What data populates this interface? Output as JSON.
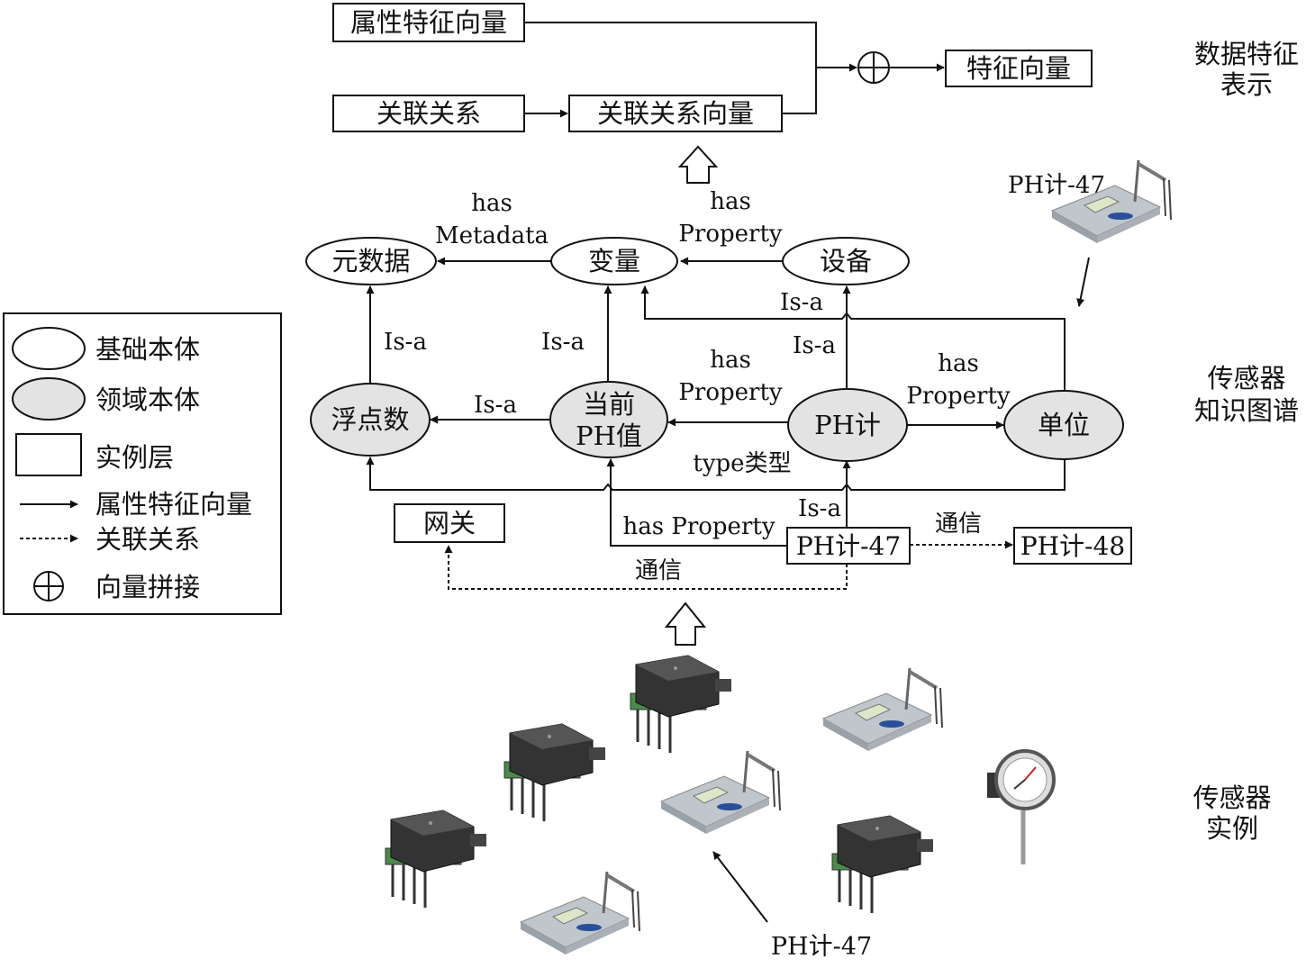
{
  "top_section": {
    "attr_vec": "属性特征向量",
    "relation": "关联关系",
    "relation_vec": "关联关系向量",
    "feature_vec": "特征向量"
  },
  "side_labels": {
    "data_repr_1": "数据特征",
    "data_repr_2": "表示",
    "kg_1": "传感器",
    "kg_2": "知识图谱",
    "inst_1": "传感器",
    "inst_2": "实例"
  },
  "nodes": {
    "metadata": "元数据",
    "variable": "变量",
    "device": "设备",
    "float": "浮点数",
    "current_ph_1": "当前",
    "current_ph_2": "PH值",
    "ph_meter": "PH计",
    "unit": "单位",
    "gateway": "网关",
    "ph47": "PH计-47",
    "ph48": "PH计-48"
  },
  "edges": {
    "has": "has",
    "metadata_word": "Metadata",
    "property_word": "Property",
    "is_a": "Is-a",
    "type": "type类型",
    "has_property": "has Property",
    "comm": "通信"
  },
  "legend": {
    "base": "基础本体",
    "domain": "领域本体",
    "instance": "实例层",
    "attr_vec": "属性特征向量",
    "relation": "关联关系",
    "concat": "向量拼接"
  },
  "instance_labels": {
    "ph47_top": "PH计-47",
    "ph47_bottom": "PH计-47"
  },
  "colors": {
    "domain_fill": "#e3e3e3",
    "stroke": "#111111"
  }
}
